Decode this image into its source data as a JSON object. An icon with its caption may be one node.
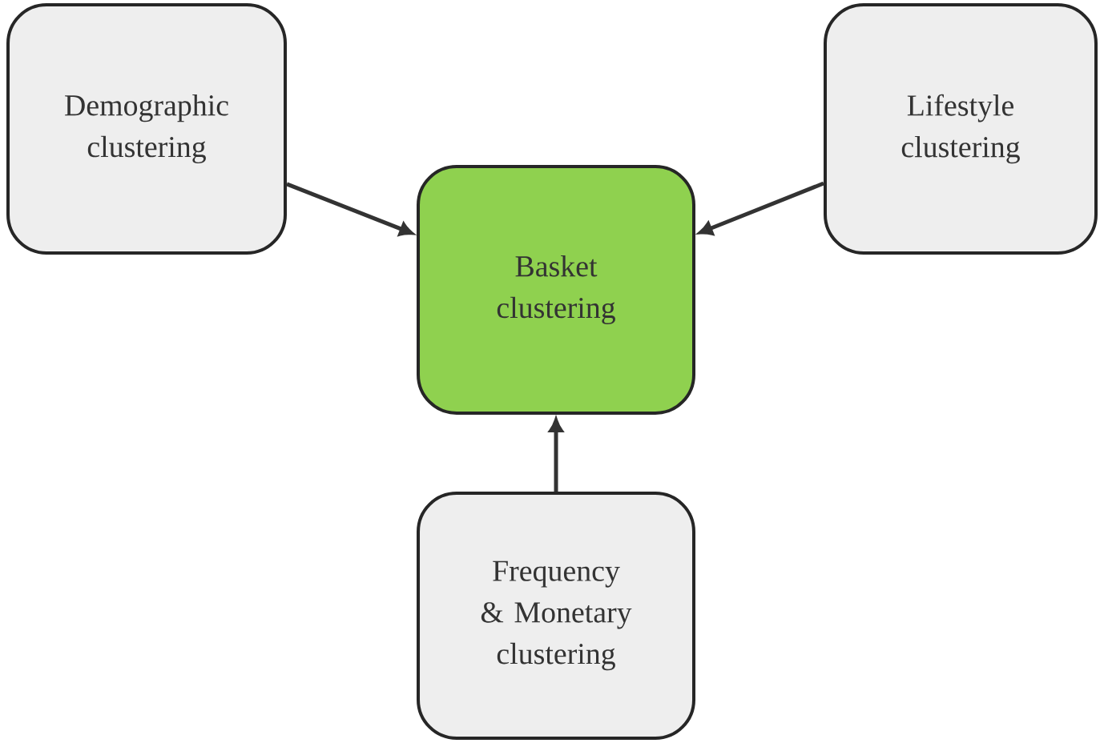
{
  "diagram": {
    "nodes": [
      {
        "text": [
          "Demographic clustering"
        ]
      },
      {
        "text": [
          "Lifestyle clustering"
        ]
      },
      {
        "text": [
          "Basket clustering"
        ]
      },
      {
        "text": [
          "Frequency & Monetary clustering"
        ]
      }
    ],
    "edges": [
      {
        "from": 0,
        "to": 2,
        "arrow": "to"
      },
      {
        "from": 1,
        "to": 2,
        "arrow": "to"
      },
      {
        "from": 3,
        "to": 2,
        "arrow": "to"
      }
    ]
  }
}
